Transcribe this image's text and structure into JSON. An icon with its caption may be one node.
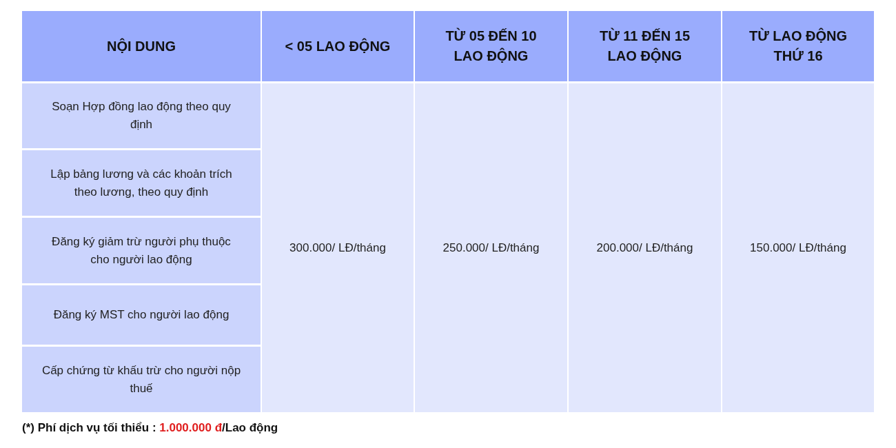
{
  "diagram": {
    "caption": "(*) Phí dịch vụ tối thiểu : **1.000.000 đ**/Lao động",
    "labels": [
      "NỘI DUNG",
      "< 05 LAO ĐỘNG",
      "TỪ 05 ĐẾN 10 LAO ĐỘNG",
      "TỪ 11 ĐẾN 15 LAO ĐỘNG",
      "TỪ LAO ĐỘNG THỨ 16",
      "Soạn Hợp đồng lao động theo quy định",
      "300.000/ LĐ/tháng",
      "250.000/ LĐ/tháng",
      "200.000/ LĐ/tháng",
      "150.000/ LĐ/tháng",
      "Lập bảng lương và các khoản trích theo lương, theo quy định",
      "Đăng ký giảm trừ người phụ thuộc cho người lao động",
      "Đăng ký MST cho người lao động",
      "Cấp chứng từ khấu trừ cho người nộp thuế"
    ]
  }
}
